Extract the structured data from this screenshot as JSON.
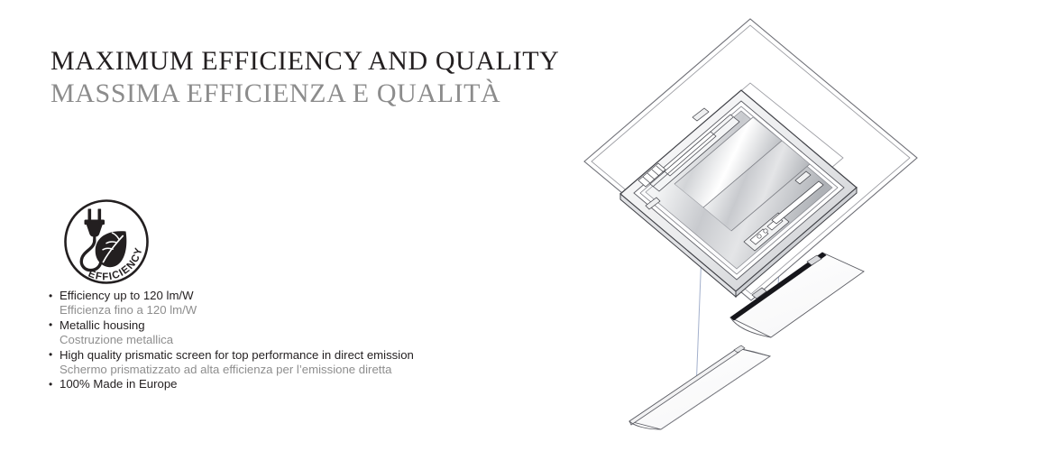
{
  "heading": {
    "title_en": "MAXIMUM EFFICIENCY AND QUALITY",
    "title_it": "MASSIMA EFFICIENZA E QUALITÀ",
    "color_en": "#231f20",
    "color_it": "#8c8c8c"
  },
  "badge": {
    "name": "efficiency-badge",
    "arc_label": "EFFICIENCY",
    "icons": [
      "power-plug-icon",
      "leaf-icon"
    ],
    "color": "#231f20"
  },
  "features": [
    {
      "en": "Efficiency up to 120 lm/W",
      "it": "Efficienza fino a 120 lm/W"
    },
    {
      "en": "Metallic housing",
      "it": "Costruzione metallica"
    },
    {
      "en": "High quality prismatic screen for top performance in direct emission",
      "it": "Schermo prismatizzato ad alta efficienza per l’emissione diretta"
    },
    {
      "en": "100% Made in Europe",
      "it": ""
    }
  ],
  "drawing": {
    "name": "recessed-led-luminaire-exploded-view",
    "description": "Exploded isometric line drawing of a recessed square LED ceiling luminaire",
    "parts": [
      "ceiling-tile-panel",
      "luminaire-housing",
      "metallic-reflector",
      "prismatic-screen-upper",
      "prismatic-screen-lower",
      "assembly-guide-line"
    ],
    "colors": {
      "outline": "#4a4a52",
      "outline_light": "#8e8e96",
      "guide_line": "#a3b0cc",
      "reflector_light": "#ffffff",
      "reflector_mid": "#d7d9dc",
      "reflector_dark": "#9a9da3",
      "edge_dark": "#1c1c22"
    }
  }
}
